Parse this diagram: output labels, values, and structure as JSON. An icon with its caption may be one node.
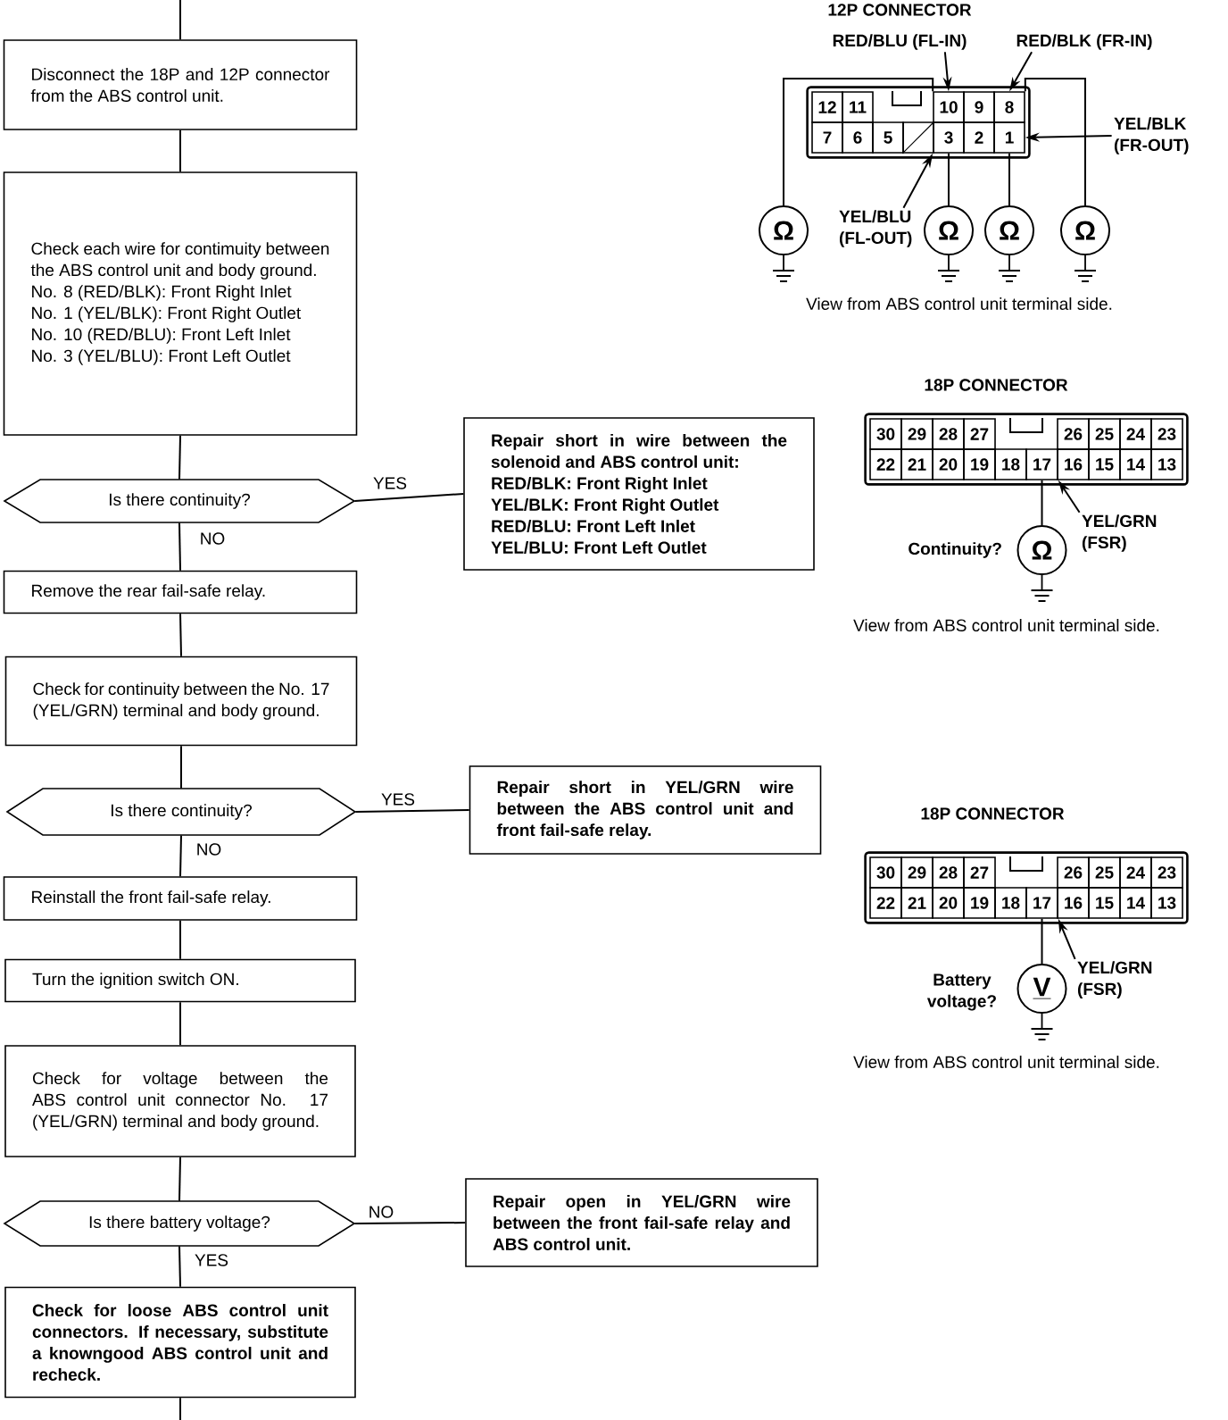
{
  "diagram": {
    "nodes": [
      {
        "text": [
          "Disconnect the 18P and 12P connector from the ABS control unit."
        ]
      },
      {
        "text": [
          "Check each wire for contimuity between the ABS control unit and body ground.",
          "No. 8 (RED/BLK): Front Right Inlet",
          "No. 1 (YEL/BLK): Front Right Outlet",
          "No. 10 (RED/BLU): Front Left Inlet",
          "No. 3 (YEL/BLU): Front Left Outlet"
        ]
      },
      {
        "text": [
          "Is there continuity?"
        ]
      },
      {
        "text": [
          "Repair short in wire between the solenoid and ABS control unit:",
          "RED/BLK: Front Right Inlet",
          "YEL/BLK: Front Right Outlet",
          "RED/BLU: Front Left Inlet",
          "YEL/BLU: Front Left Outlet"
        ]
      },
      {
        "text": [
          "Remove the rear fail-safe relay."
        ]
      },
      {
        "text": [
          "Check for continuity between the No. 17 (YEL/GRN) terminal and body ground."
        ]
      },
      {
        "text": [
          "Is there continuity?"
        ]
      },
      {
        "text": [
          "Repair short in YEL/GRN wire between the ABS control unit and front fail-safe relay."
        ]
      },
      {
        "text": [
          "Reinstall the front fail-safe relay."
        ]
      },
      {
        "text": [
          "Turn the ignition switch ON."
        ]
      },
      {
        "text": [
          "Check for voltage between the ABS control unit connector No. 17 (YEL/GRN) terminal and body ground."
        ]
      },
      {
        "text": [
          "Is there battery voltage?"
        ]
      },
      {
        "text": [
          "Repair open in YEL/GRN wire between the front fail-safe relay and ABS control unit."
        ]
      },
      {
        "text": [
          "Check for loose ABS control unit connectors. If necessary, substitute a knowngood ABS control unit and recheck."
        ]
      },
      {
        "text": [
          "12P CONNECTOR"
        ]
      },
      {
        "text": [
          "12"
        ],
        "in": 14
      },
      {
        "text": [
          "11"
        ],
        "in": 14
      },
      {
        "text": [
          "10"
        ],
        "in": 14
      },
      {
        "text": [
          "9"
        ],
        "in": 14
      },
      {
        "text": [
          "8"
        ],
        "in": 14
      },
      {
        "text": [
          "7"
        ],
        "in": 14
      },
      {
        "text": [
          "6"
        ],
        "in": 14
      },
      {
        "text": [
          "5"
        ],
        "in": 14
      },
      {
        "text": [],
        "shape": "box",
        "in": 14
      },
      {
        "text": [
          "3"
        ],
        "in": 14
      },
      {
        "text": [
          "2"
        ],
        "in": 14
      },
      {
        "text": [
          "1"
        ],
        "in": 14
      },
      {
        "text": [
          "RED/BLU (FL-IN)"
        ]
      },
      {
        "text": [
          "RED/BLK (FR-IN)"
        ]
      },
      {
        "text": [
          "YEL/BLK (FR-OUT)"
        ]
      },
      {
        "text": [
          "YEL/BLU (FL-OUT)"
        ]
      },
      {
        "text": [
          "Ω"
        ]
      },
      {
        "text": [
          "Ω"
        ]
      },
      {
        "text": [
          "Ω"
        ]
      },
      {
        "text": [
          "Ω"
        ]
      },
      {
        "text": [
          "18P CONNECTOR"
        ]
      },
      {
        "text": [
          "30"
        ],
        "in": 35
      },
      {
        "text": [
          "29"
        ],
        "in": 35
      },
      {
        "text": [
          "28"
        ],
        "in": 35
      },
      {
        "text": [
          "27"
        ],
        "in": 35
      },
      {
        "text": [
          "26"
        ],
        "in": 35
      },
      {
        "text": [
          "25"
        ],
        "in": 35
      },
      {
        "text": [
          "24"
        ],
        "in": 35
      },
      {
        "text": [
          "23"
        ],
        "in": 35
      },
      {
        "text": [
          "22"
        ],
        "in": 35
      },
      {
        "text": [
          "21"
        ],
        "in": 35
      },
      {
        "text": [
          "20"
        ],
        "in": 35
      },
      {
        "text": [
          "19"
        ],
        "in": 35
      },
      {
        "text": [
          "18"
        ],
        "in": 35
      },
      {
        "text": [
          "17"
        ],
        "in": 35
      },
      {
        "text": [
          "16"
        ],
        "in": 35
      },
      {
        "text": [
          "15"
        ],
        "in": 35
      },
      {
        "text": [
          "14"
        ],
        "in": 35
      },
      {
        "text": [
          "13"
        ],
        "in": 35
      },
      {
        "text": [
          "YEL/GRN (FSR)"
        ]
      },
      {
        "text": [
          "Ω"
        ],
        "beside": [
          "Continuity?"
        ]
      },
      {
        "text": [
          "18P CONNECTOR"
        ]
      },
      {
        "text": [
          "30"
        ],
        "in": 56
      },
      {
        "text": [
          "29"
        ],
        "in": 56
      },
      {
        "text": [
          "28"
        ],
        "in": 56
      },
      {
        "text": [
          "27"
        ],
        "in": 56
      },
      {
        "text": [
          "26"
        ],
        "in": 56
      },
      {
        "text": [
          "25"
        ],
        "in": 56
      },
      {
        "text": [
          "24"
        ],
        "in": 56
      },
      {
        "text": [
          "23"
        ],
        "in": 56
      },
      {
        "text": [
          "22"
        ],
        "in": 56
      },
      {
        "text": [
          "21"
        ],
        "in": 56
      },
      {
        "text": [
          "20"
        ],
        "in": 56
      },
      {
        "text": [
          "19"
        ],
        "in": 56
      },
      {
        "text": [
          "18"
        ],
        "in": 56
      },
      {
        "text": [
          "17"
        ],
        "in": 56
      },
      {
        "text": [
          "16"
        ],
        "in": 56
      },
      {
        "text": [
          "15"
        ],
        "in": 56
      },
      {
        "text": [
          "14"
        ],
        "in": 56
      },
      {
        "text": [
          "13"
        ],
        "in": 56
      },
      {
        "text": [
          "YEL/GRN (FSR)"
        ]
      },
      {
        "text": [
          "V"
        ],
        "beside": [
          "Battery voltage?"
        ]
      }
    ],
    "edges": [
      {
        "from": null,
        "to": 0,
        "arrow": "none"
      },
      {
        "from": 0,
        "to": 1,
        "arrow": "none"
      },
      {
        "from": 1,
        "to": 2,
        "arrow": "none"
      },
      {
        "from": 2,
        "to": 3,
        "arrow": "none",
        "label": "YES"
      },
      {
        "from": 2,
        "to": 4,
        "arrow": "none",
        "label": "NO"
      },
      {
        "from": 4,
        "to": 5,
        "arrow": "none"
      },
      {
        "from": 5,
        "to": 6,
        "arrow": "none"
      },
      {
        "from": 6,
        "to": 7,
        "arrow": "none",
        "label": "YES"
      },
      {
        "from": 6,
        "to": 8,
        "arrow": "none",
        "label": "NO"
      },
      {
        "from": 8,
        "to": 9,
        "arrow": "none"
      },
      {
        "from": 9,
        "to": 10,
        "arrow": "none"
      },
      {
        "from": 10,
        "to": 11,
        "arrow": "none"
      },
      {
        "from": 11,
        "to": 12,
        "arrow": "none",
        "label": "NO"
      },
      {
        "from": 11,
        "to": 13,
        "arrow": "none",
        "label": "YES"
      },
      {
        "from": 13,
        "to": null,
        "arrow": "none"
      },
      {
        "from": 27,
        "to": 17,
        "arrow": "to"
      },
      {
        "from": 28,
        "to": 19,
        "arrow": "to"
      },
      {
        "from": 29,
        "to": 26,
        "arrow": "to"
      },
      {
        "from": 30,
        "to": 24,
        "arrow": "to"
      },
      {
        "from": 31,
        "to": 17,
        "arrow": "none"
      },
      {
        "from": 32,
        "to": 24,
        "arrow": "none"
      },
      {
        "from": 33,
        "to": 26,
        "arrow": "none"
      },
      {
        "from": 34,
        "to": 19,
        "arrow": "none"
      },
      {
        "from": 54,
        "to": 49,
        "arrow": "to"
      },
      {
        "from": 55,
        "to": 49,
        "arrow": "none"
      },
      {
        "from": 75,
        "to": 70,
        "arrow": "to"
      },
      {
        "from": 76,
        "to": 70,
        "arrow": "none"
      }
    ],
    "labels": [
      "View from ABS control unit terminal side.",
      "View from ABS control unit terminal side.",
      "View from ABS control unit terminal side."
    ]
  }
}
